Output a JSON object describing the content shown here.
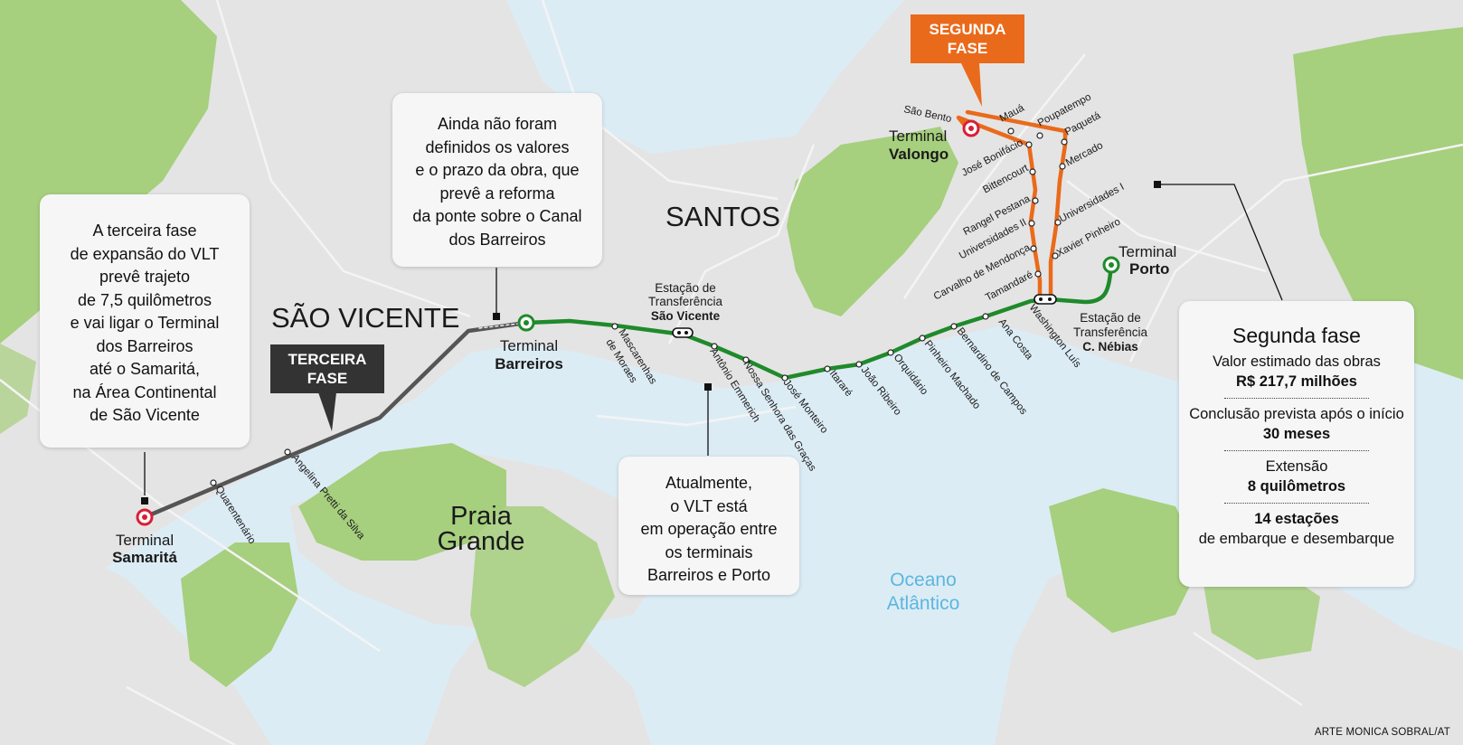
{
  "map": {
    "areas": {
      "sao_vicente": "SÃO VICENTE",
      "santos": "SANTOS",
      "praia_grande_line1": "Praia",
      "praia_grande_line2": "Grande",
      "ocean_line1": "Oceano",
      "ocean_line2": "Atlântico"
    },
    "terminals": {
      "samarita": {
        "line1": "Terminal",
        "line2": "Samaritá"
      },
      "barreiros": {
        "line1": "Terminal",
        "line2": "Barreiros"
      },
      "valongo": {
        "line1": "Terminal",
        "line2": "Valongo"
      },
      "porto": {
        "line1": "Terminal",
        "line2": "Porto"
      }
    },
    "transfers": {
      "sao_vicente": {
        "line1": "Estação de",
        "line2": "Transferência",
        "line3": "São Vicente"
      },
      "c_nebias": {
        "line1": "Estação de",
        "line2": "Transferência",
        "line3": "C. Nébias"
      }
    },
    "stations_phase3": [
      "Quarentenário",
      "Angelina Pretti da Silva"
    ],
    "stations_phase1": [
      "Mascarenhas de Moraes",
      "Antônio Emmerich",
      "Nossa Senhora das Graças",
      "José Monteiro",
      "Itararé",
      "João Ribeiro",
      "Orquidário",
      "Pinheiro Machado",
      "Bernardino de Campos",
      "Ana Costa",
      "Washington Luís"
    ],
    "stations_phase2_left": [
      "São Bento",
      "José Bonifácio",
      "Bittencourt",
      "Rangel Pestana",
      "Universidades II",
      "Carvalho de Mendonça",
      "Tamandaré"
    ],
    "stations_phase2_right": [
      "Mauá",
      "Poupatempo",
      "Paquetá",
      "Mercado",
      "Universidades I",
      "Xavier Pinheiro"
    ],
    "colors": {
      "water": "#dcecf5",
      "land": "#e3e3e3",
      "green_area": "#a6cf7e",
      "line_operating": "#1f8a2b",
      "line_phase2": "#ea6a1b",
      "line_phase3": "#555555",
      "terminal_end": "#d81f35"
    }
  },
  "tags": {
    "segunda_fase": {
      "line1": "SEGUNDA",
      "line2": "FASE"
    },
    "terceira_fase": {
      "line1": "TERCEIRA",
      "line2": "FASE"
    }
  },
  "boxes": {
    "terceira": [
      "A terceira fase",
      "de expansão do VLT",
      "prevê trajeto",
      "de 7,5 quilômetros",
      "e vai ligar o Terminal",
      "dos Barreiros",
      "até o Samaritá,",
      "na Área Continental",
      "de São Vicente"
    ],
    "ponte": [
      "Ainda não foram",
      "definidos os valores",
      "e o prazo da obra, que",
      "prevê a reforma",
      "da ponte sobre o Canal",
      "dos Barreiros"
    ],
    "atual": [
      "Atualmente,",
      "o VLT está",
      "em operação entre",
      "os terminais",
      "Barreiros e Porto"
    ]
  },
  "info": {
    "title": "Segunda fase",
    "valor_label": "Valor estimado das obras",
    "valor_value": "R$ 217,7 milhões",
    "conclusao_label": "Conclusão prevista após o início",
    "conclusao_value": "30 meses",
    "extensao_label": "Extensão",
    "extensao_value": "8 quilômetros",
    "estacoes_value": "14 estações",
    "estacoes_label": "de embarque e desembarque"
  },
  "credit": "ARTE MONICA SOBRAL/AT"
}
